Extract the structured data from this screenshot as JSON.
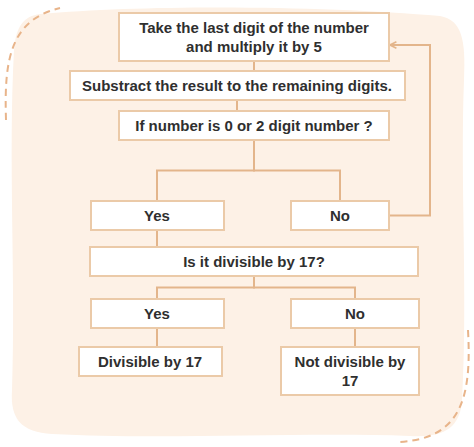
{
  "diagram": {
    "nodes": [
      {
        "text": [
          "Take the last digit of the number and multiply it by 5"
        ]
      },
      {
        "text": [
          "Substract the result to the remaining digits."
        ]
      },
      {
        "text": [
          "If number is 0 or 2 digit number ?"
        ]
      },
      {
        "text": [
          "Yes"
        ]
      },
      {
        "text": [
          "No"
        ]
      },
      {
        "text": [
          "Is it divisible by 17?"
        ]
      },
      {
        "text": [
          "Yes"
        ]
      },
      {
        "text": [
          "No"
        ]
      },
      {
        "text": [
          "Divisible by 17"
        ]
      },
      {
        "text": [
          "Not divisible by 17"
        ]
      }
    ],
    "edges": [
      {
        "from": 0,
        "to": 1,
        "arrow": "none"
      },
      {
        "from": 1,
        "to": 2,
        "arrow": "none"
      },
      {
        "from": 2,
        "to": 3,
        "arrow": "none"
      },
      {
        "from": 2,
        "to": 4,
        "arrow": "none"
      },
      {
        "from": 4,
        "to": 0,
        "arrow": "to"
      },
      {
        "from": 3,
        "to": 5,
        "arrow": "none"
      },
      {
        "from": 5,
        "to": 6,
        "arrow": "none"
      },
      {
        "from": 5,
        "to": 7,
        "arrow": "none"
      },
      {
        "from": 6,
        "to": 8,
        "arrow": "none"
      },
      {
        "from": 7,
        "to": 9,
        "arrow": "none"
      }
    ]
  }
}
